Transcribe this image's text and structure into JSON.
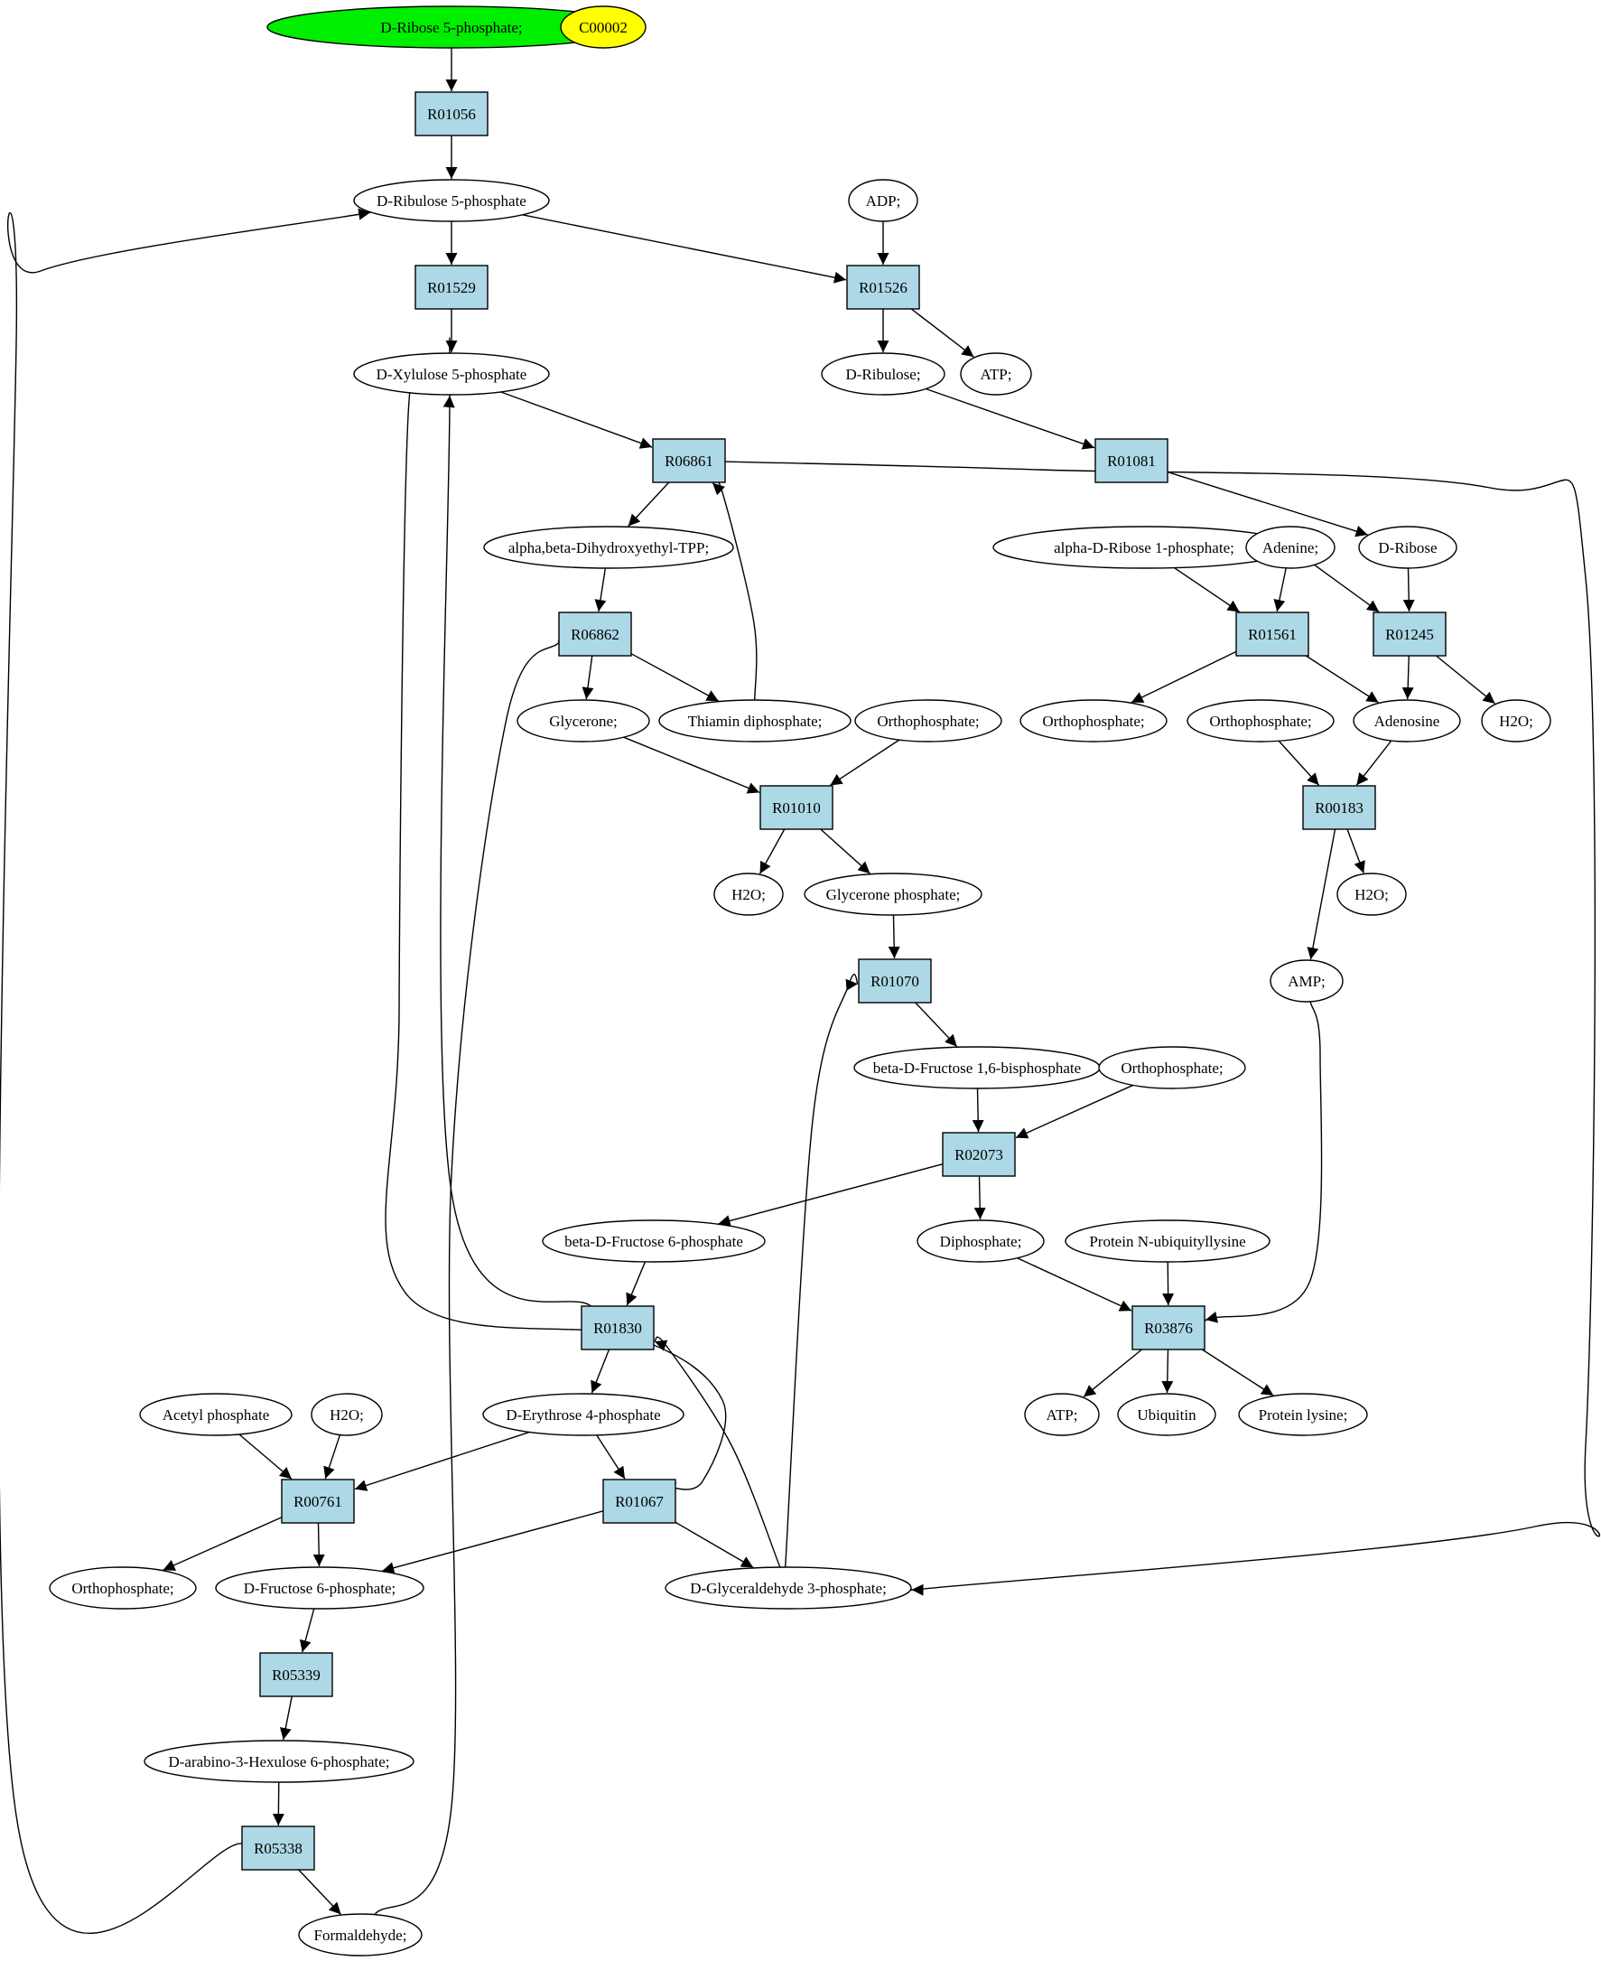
{
  "colors": {
    "background": "#ffffff",
    "reaction": "#add8e6",
    "compound": "#ffffff",
    "start_compound": "#00ee00",
    "target_compound": "#ffff00",
    "stroke": "#000000"
  },
  "nodes": [
    {
      "id": "ribose5p",
      "label": "D-Ribose 5-phosphate;",
      "kind": "start"
    },
    {
      "id": "c00002",
      "label": "C00002",
      "kind": "target"
    },
    {
      "id": "r01056",
      "label": "R01056",
      "kind": "reaction"
    },
    {
      "id": "ribulose5p",
      "label": "D-Ribulose 5-phosphate",
      "kind": "compound"
    },
    {
      "id": "adp",
      "label": "ADP;",
      "kind": "compound"
    },
    {
      "id": "r01529",
      "label": "R01529",
      "kind": "reaction"
    },
    {
      "id": "r01526",
      "label": "R01526",
      "kind": "reaction"
    },
    {
      "id": "xylulose5p",
      "label": "D-Xylulose 5-phosphate",
      "kind": "compound"
    },
    {
      "id": "ribulose",
      "label": "D-Ribulose;",
      "kind": "compound"
    },
    {
      "id": "atp1",
      "label": "ATP;",
      "kind": "compound"
    },
    {
      "id": "r06861",
      "label": "R06861",
      "kind": "reaction"
    },
    {
      "id": "r01081",
      "label": "R01081",
      "kind": "reaction"
    },
    {
      "id": "dihydroxyethyltpp",
      "label": "alpha,beta-Dihydroxyethyl-TPP;",
      "kind": "compound"
    },
    {
      "id": "ribose1p",
      "label": "alpha-D-Ribose 1-phosphate;",
      "kind": "compound"
    },
    {
      "id": "adenine",
      "label": "Adenine;",
      "kind": "compound"
    },
    {
      "id": "dribose",
      "label": "D-Ribose",
      "kind": "compound"
    },
    {
      "id": "r06862",
      "label": "R06862",
      "kind": "reaction"
    },
    {
      "id": "r01561",
      "label": "R01561",
      "kind": "reaction"
    },
    {
      "id": "r01245",
      "label": "R01245",
      "kind": "reaction"
    },
    {
      "id": "glycerone",
      "label": "Glycerone;",
      "kind": "compound"
    },
    {
      "id": "thiamin",
      "label": "Thiamin diphosphate;",
      "kind": "compound"
    },
    {
      "id": "orthop1",
      "label": "Orthophosphate;",
      "kind": "compound"
    },
    {
      "id": "orthop2",
      "label": "Orthophosphate;",
      "kind": "compound"
    },
    {
      "id": "orthop3",
      "label": "Orthophosphate;",
      "kind": "compound"
    },
    {
      "id": "adenosine",
      "label": "Adenosine",
      "kind": "compound"
    },
    {
      "id": "h2o1",
      "label": "H2O;",
      "kind": "compound"
    },
    {
      "id": "r01010",
      "label": "R01010",
      "kind": "reaction"
    },
    {
      "id": "r00183",
      "label": "R00183",
      "kind": "reaction"
    },
    {
      "id": "h2o2",
      "label": "H2O;",
      "kind": "compound"
    },
    {
      "id": "glyceronep",
      "label": "Glycerone phosphate;",
      "kind": "compound"
    },
    {
      "id": "h2o3",
      "label": "H2O;",
      "kind": "compound"
    },
    {
      "id": "r01070",
      "label": "R01070",
      "kind": "reaction"
    },
    {
      "id": "amp",
      "label": "AMP;",
      "kind": "compound"
    },
    {
      "id": "fbp",
      "label": "beta-D-Fructose 1,6-bisphosphate",
      "kind": "compound"
    },
    {
      "id": "orthop4",
      "label": "Orthophosphate;",
      "kind": "compound"
    },
    {
      "id": "r02073",
      "label": "R02073",
      "kind": "reaction"
    },
    {
      "id": "f6pbeta",
      "label": "beta-D-Fructose 6-phosphate",
      "kind": "compound"
    },
    {
      "id": "diphosphate",
      "label": "Diphosphate;",
      "kind": "compound"
    },
    {
      "id": "ubiqlys",
      "label": "Protein N-ubiquityllysine",
      "kind": "compound"
    },
    {
      "id": "r01830",
      "label": "R01830",
      "kind": "reaction"
    },
    {
      "id": "r03876",
      "label": "R03876",
      "kind": "reaction"
    },
    {
      "id": "acetylp",
      "label": "Acetyl phosphate",
      "kind": "compound"
    },
    {
      "id": "h2o4",
      "label": "H2O;",
      "kind": "compound"
    },
    {
      "id": "erythrose4p",
      "label": "D-Erythrose 4-phosphate",
      "kind": "compound"
    },
    {
      "id": "atp2",
      "label": "ATP;",
      "kind": "compound"
    },
    {
      "id": "ubiquitin",
      "label": "Ubiquitin",
      "kind": "compound"
    },
    {
      "id": "proteinlys",
      "label": "Protein lysine;",
      "kind": "compound"
    },
    {
      "id": "r00761",
      "label": "R00761",
      "kind": "reaction"
    },
    {
      "id": "r01067",
      "label": "R01067",
      "kind": "reaction"
    },
    {
      "id": "orthop5",
      "label": "Orthophosphate;",
      "kind": "compound"
    },
    {
      "id": "f6p",
      "label": "D-Fructose 6-phosphate;",
      "kind": "compound"
    },
    {
      "id": "g3p",
      "label": "D-Glyceraldehyde 3-phosphate;",
      "kind": "compound"
    },
    {
      "id": "r05339",
      "label": "R05339",
      "kind": "reaction"
    },
    {
      "id": "hexulose6p",
      "label": "D-arabino-3-Hexulose 6-phosphate;",
      "kind": "compound"
    },
    {
      "id": "r05338",
      "label": "R05338",
      "kind": "reaction"
    },
    {
      "id": "formaldehyde",
      "label": "Formaldehyde;",
      "kind": "compound"
    }
  ],
  "edges": [
    [
      "ribose5p",
      "r01056"
    ],
    [
      "r01056",
      "ribulose5p"
    ],
    [
      "ribulose5p",
      "r01529"
    ],
    [
      "ribulose5p",
      "r01526"
    ],
    [
      "adp",
      "r01526"
    ],
    [
      "r01529",
      "xylulose5p"
    ],
    [
      "r01526",
      "ribulose"
    ],
    [
      "r01526",
      "atp1"
    ],
    [
      "xylulose5p",
      "r06861"
    ],
    [
      "ribulose",
      "r01081"
    ],
    [
      "r06861",
      "dihydroxyethyltpp"
    ],
    [
      "r06861",
      "g3p"
    ],
    [
      "r01081",
      "dribose"
    ],
    [
      "dihydroxyethyltpp",
      "r06862"
    ],
    [
      "r06862",
      "glycerone"
    ],
    [
      "r06862",
      "thiamin"
    ],
    [
      "thiamin",
      "r06861"
    ],
    [
      "ribose1p",
      "r01561"
    ],
    [
      "adenine",
      "r01561"
    ],
    [
      "adenine",
      "r01245"
    ],
    [
      "dribose",
      "r01245"
    ],
    [
      "r01561",
      "orthop2"
    ],
    [
      "r01561",
      "adenosine"
    ],
    [
      "r01245",
      "adenosine"
    ],
    [
      "r01245",
      "h2o1"
    ],
    [
      "glycerone",
      "r01010"
    ],
    [
      "orthop1",
      "r01010"
    ],
    [
      "orthop3",
      "r00183"
    ],
    [
      "adenosine",
      "r00183"
    ],
    [
      "r01010",
      "h2o2"
    ],
    [
      "r01010",
      "glyceronep"
    ],
    [
      "r00183",
      "h2o3"
    ],
    [
      "r00183",
      "amp"
    ],
    [
      "glyceronep",
      "r01070"
    ],
    [
      "r01070",
      "fbp"
    ],
    [
      "fbp",
      "r02073"
    ],
    [
      "orthop4",
      "r02073"
    ],
    [
      "r02073",
      "f6pbeta"
    ],
    [
      "r02073",
      "diphosphate"
    ],
    [
      "f6pbeta",
      "r01830"
    ],
    [
      "diphosphate",
      "r03876"
    ],
    [
      "ubiqlys",
      "r03876"
    ],
    [
      "amp",
      "r03876"
    ],
    [
      "r03876",
      "atp2"
    ],
    [
      "r03876",
      "ubiquitin"
    ],
    [
      "r03876",
      "proteinlys"
    ],
    [
      "r01830",
      "xylulose5p"
    ],
    [
      "r01830",
      "erythrose4p"
    ],
    [
      "g3p",
      "r01830"
    ],
    [
      "g3p",
      "r01070"
    ],
    [
      "xylulose5p",
      "r01067"
    ],
    [
      "acetylp",
      "r00761"
    ],
    [
      "h2o4",
      "r00761"
    ],
    [
      "erythrose4p",
      "r00761"
    ],
    [
      "erythrose4p",
      "r01067"
    ],
    [
      "r00761",
      "orthop5"
    ],
    [
      "r00761",
      "f6p"
    ],
    [
      "r01067",
      "f6p"
    ],
    [
      "r01067",
      "g3p"
    ],
    [
      "f6p",
      "r05339"
    ],
    [
      "r05339",
      "hexulose6p"
    ],
    [
      "hexulose6p",
      "r05338"
    ],
    [
      "r05338",
      "formaldehyde"
    ],
    [
      "r05338",
      "ribulose5p"
    ],
    [
      "formaldehyde",
      "r06862"
    ]
  ]
}
